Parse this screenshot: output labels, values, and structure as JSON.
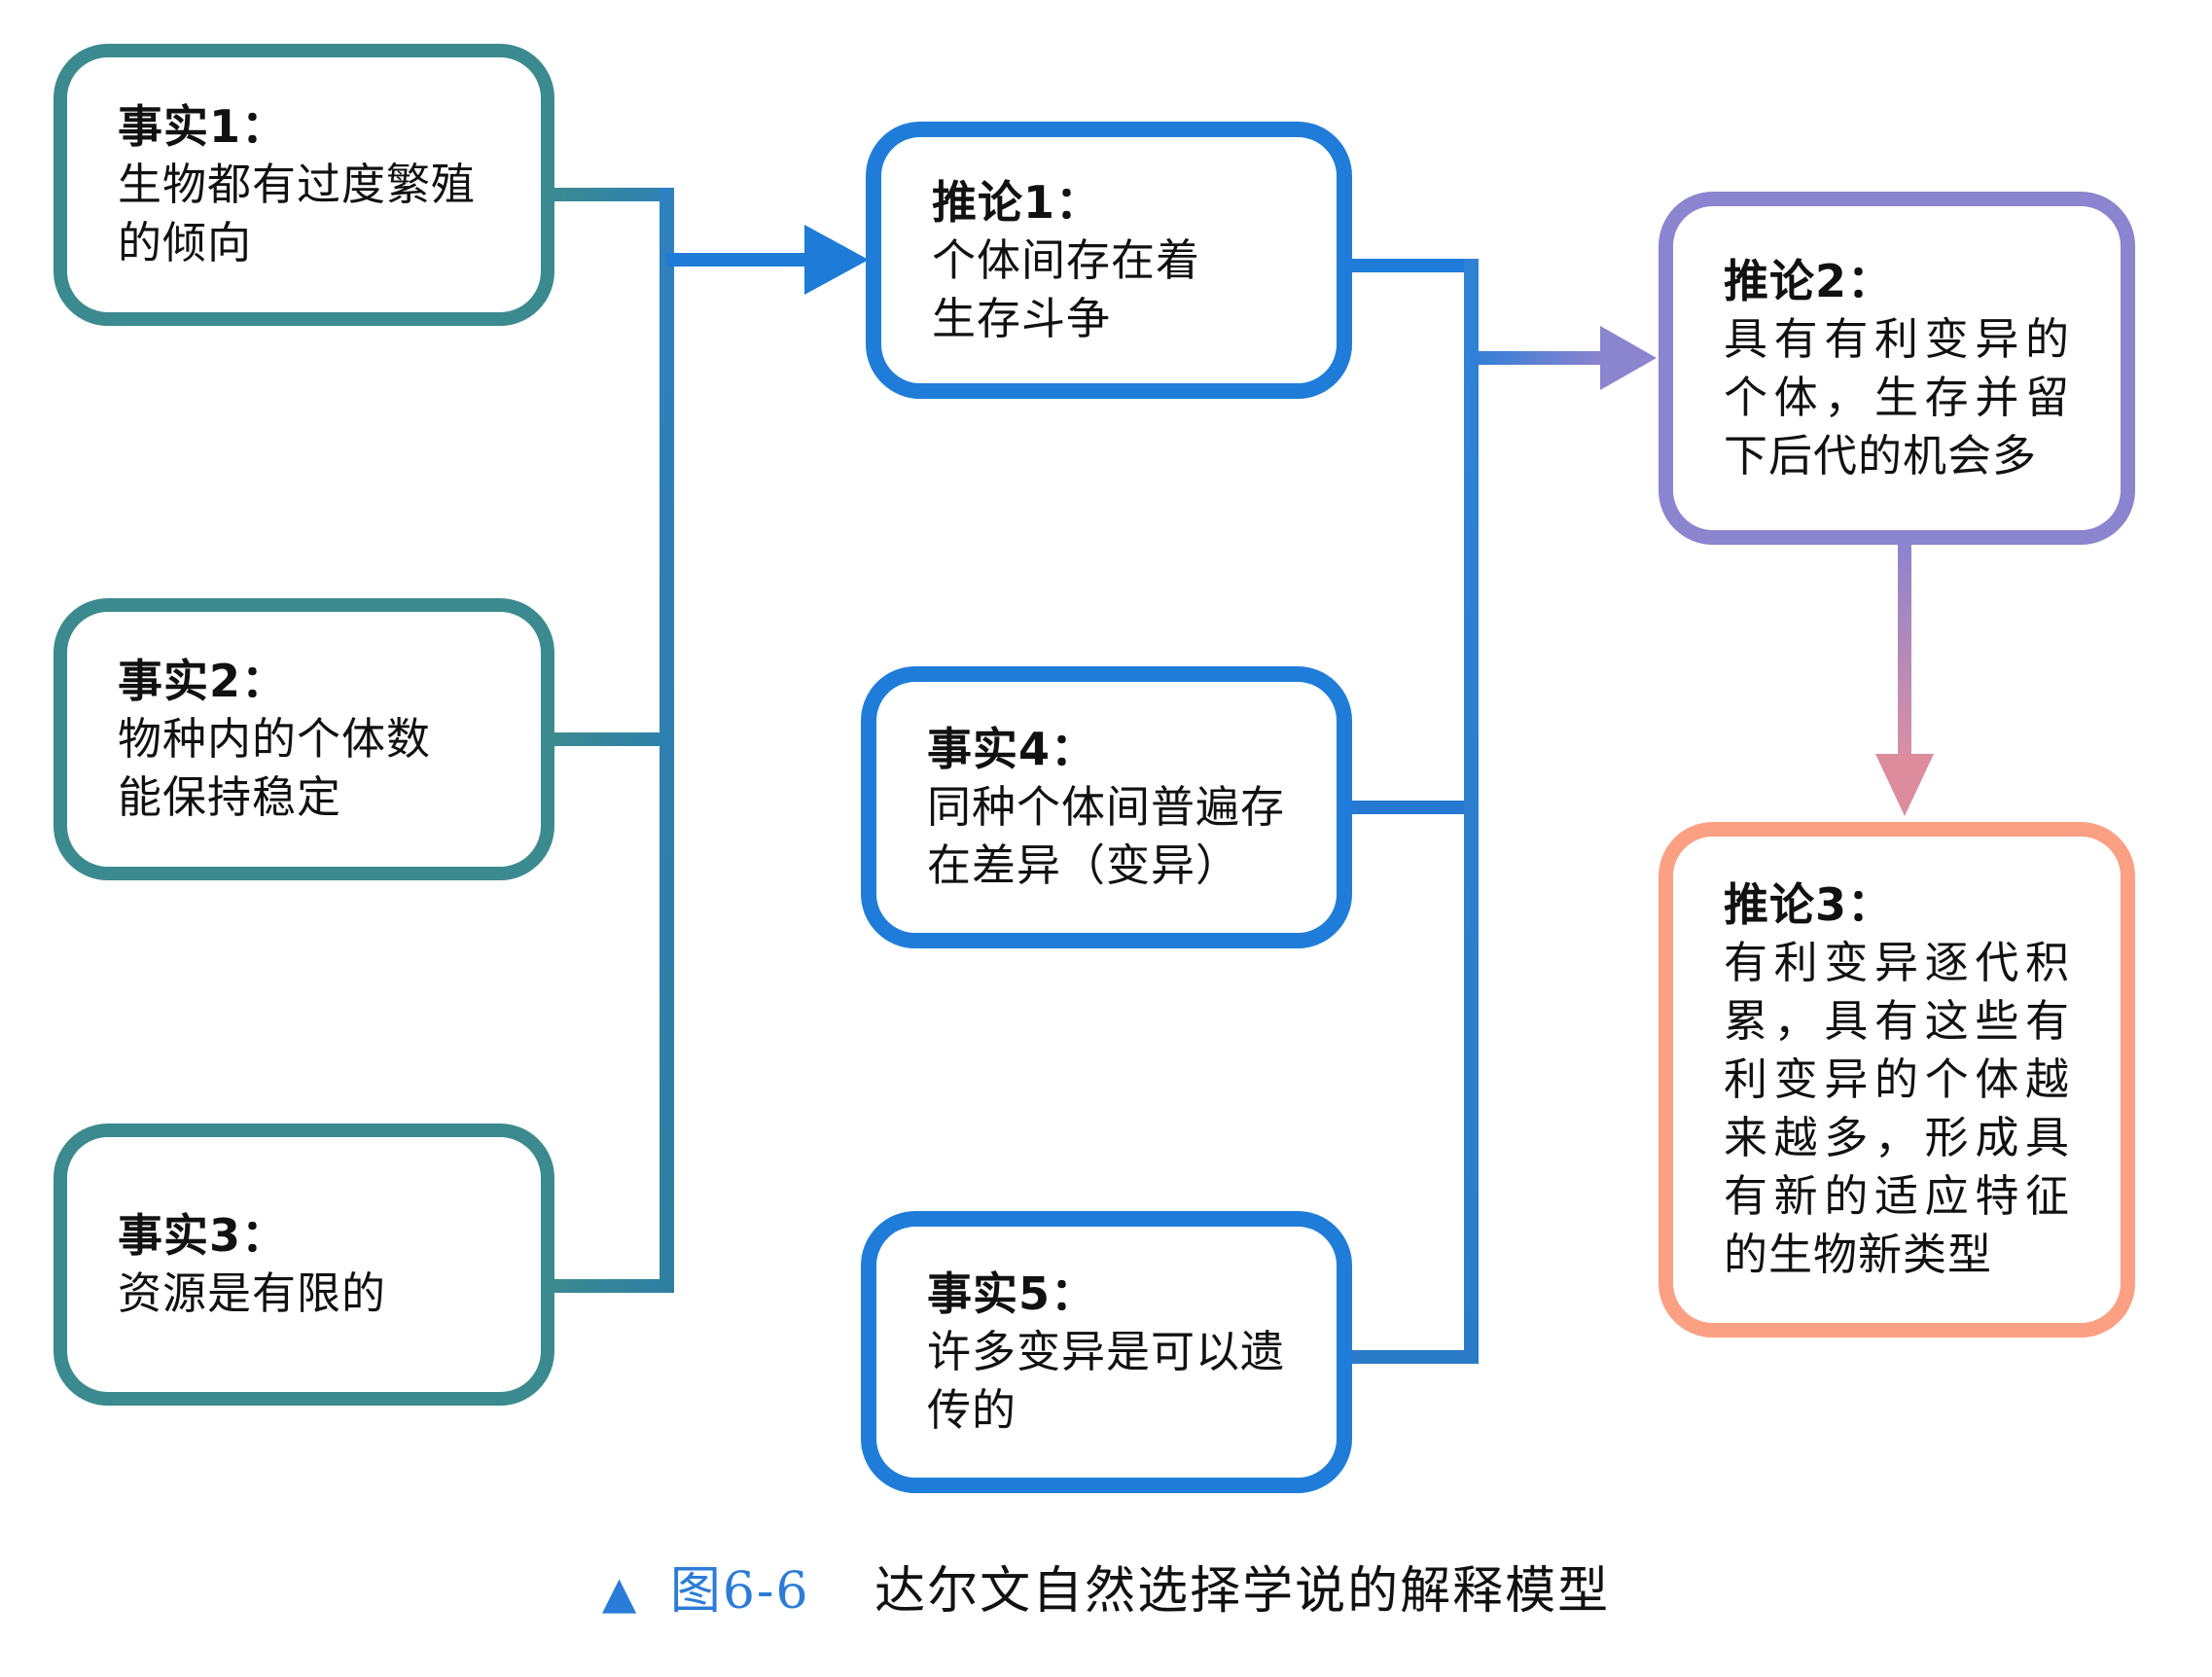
{
  "boxes": {
    "fact1": {
      "title": "事实1：",
      "lines": [
        "生物都有过度繁殖",
        "的倾向"
      ]
    },
    "fact2": {
      "title": "事实2：",
      "lines": [
        "物种内的个体数",
        "能保持稳定"
      ]
    },
    "fact3": {
      "title": "事实3：",
      "lines": [
        "资源是有限的"
      ]
    },
    "infer1": {
      "title": "推论1：",
      "lines": [
        "个体间存在着",
        "生存斗争"
      ]
    },
    "fact4": {
      "title": "事实4：",
      "lines": [
        "同种个体间普遍存",
        "在差异（变异）"
      ]
    },
    "fact5": {
      "title": "事实5：",
      "lines": [
        "许多变异是可以遗",
        "传的"
      ]
    },
    "infer2": {
      "title": "推论2：",
      "lines": [
        "具有有利变异的",
        "个体，生存并留",
        "下后代的机会多"
      ]
    },
    "infer3": {
      "title": "推论3：",
      "lines": [
        "有利变异逐代积",
        "累，具有这些有",
        "利变异的个体越",
        "来越多，形成具",
        "有新的适应特征",
        "的生物新类型"
      ]
    }
  },
  "caption": {
    "marker": "▲",
    "label": "图6-6",
    "text": "达尔文自然选择学说的解释模型"
  },
  "colors": {
    "teal_box_border": "#3B8A8F",
    "blue_box_border": "#1F7DD9",
    "purple_box_border": "#8B84CE",
    "salmon_box_border": "#FBA083",
    "arrow_blue": "#1E7CD8",
    "arrow_purple": "#8B84CE",
    "arrow_pink": "#DC8C9D",
    "caption_blue": "#2B7CD8",
    "text": "#111111"
  }
}
